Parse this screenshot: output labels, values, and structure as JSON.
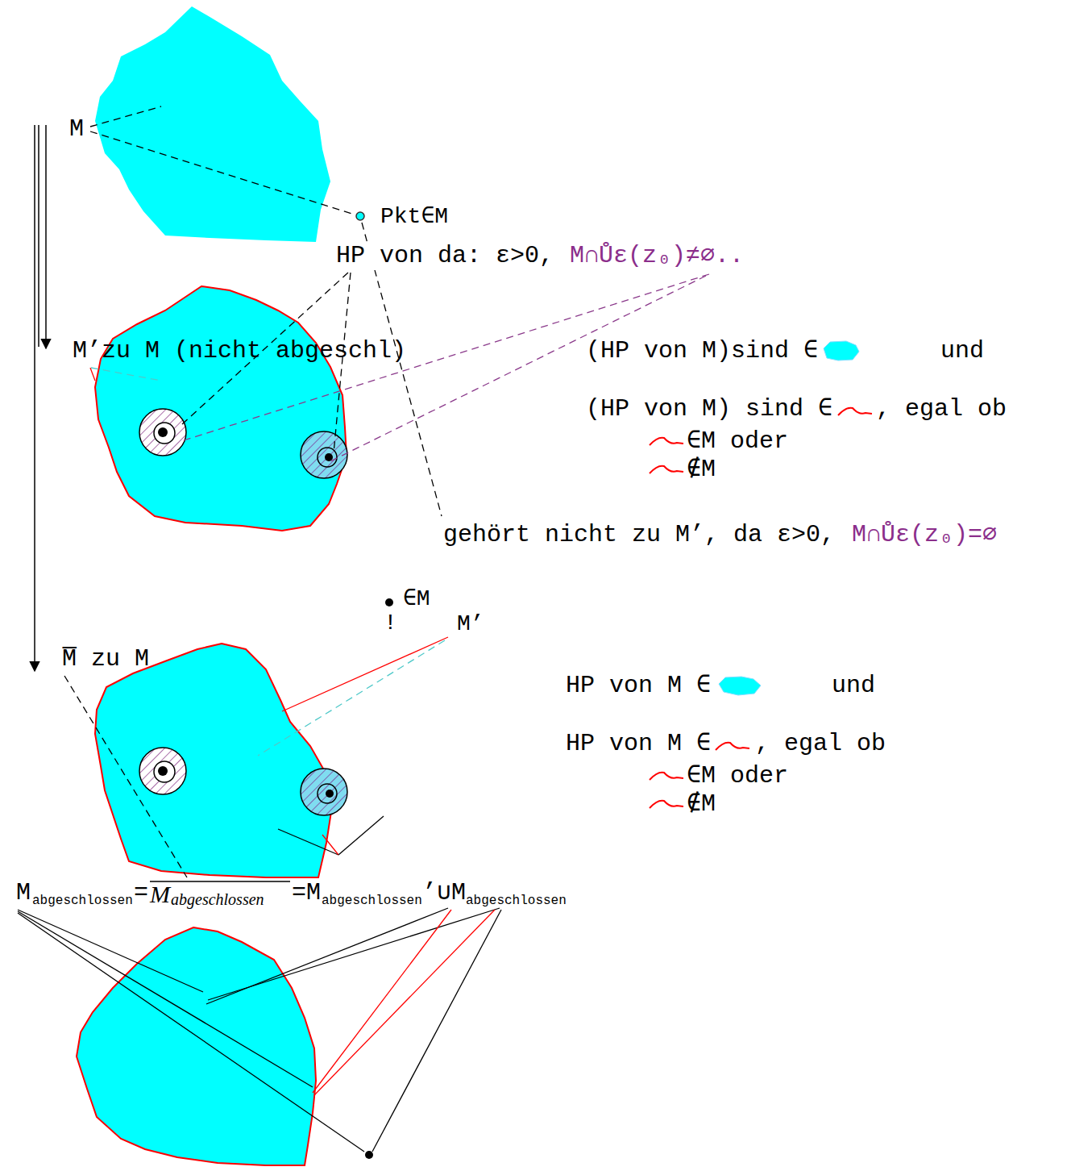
{
  "diagram": {
    "labels": [
      "M",
      "Pkt∈M",
      "HP von da: ε>0,",
      "M∩Ůε(z₀)≠∅..",
      "M’zu M (nicht abgeschl)",
      "(HP von M)sind ∈",
      "und",
      "(HP von M) sind ∈",
      ", egal ob",
      "∈M oder",
      "∉M",
      "gehört nicht zu M’, da ε>0,",
      "M∩Ůε(z₀)=∅",
      "M’",
      "M̅ zu M",
      "HP von M ∈",
      "und",
      "HP von M ∈",
      ", egal ob",
      "∈M oder",
      "∉M",
      "∈M",
      "!",
      "M",
      "abgeschlossen",
      "=",
      "M",
      "abgeschlossen",
      "=M",
      "abgeschlossen",
      "’∪M",
      "abgeschlossen"
    ]
  }
}
